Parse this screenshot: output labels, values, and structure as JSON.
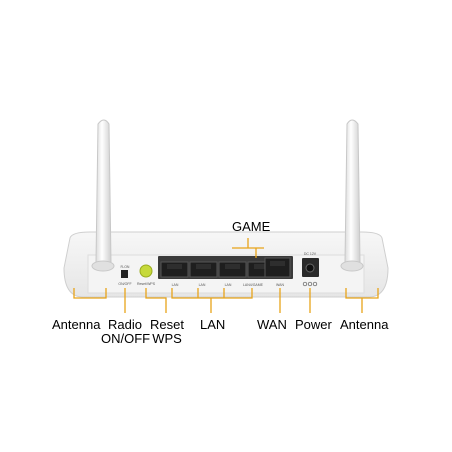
{
  "labels": {
    "game": "GAME",
    "antenna_left": "Antenna",
    "radio_line1": "Radio",
    "radio_line2": "ON/OFF",
    "reset_line1": "Reset",
    "reset_line2": "WPS",
    "lan": "LAN",
    "wan": "WAN",
    "power": "Power",
    "antenna_right": "Antenna"
  },
  "colors": {
    "callout_line": "#e8a319",
    "reset_button": "#c6d93a",
    "device_body": "#f2f2f2",
    "port": "#2b2b2b"
  },
  "device_print": {
    "radio_top": "R-ON",
    "radio_bottom": "ON/OFF",
    "reset_wps": "Reset/WPS",
    "lan1": "LAN",
    "lan2": "LAN",
    "lan3": "LAN",
    "lan4_game": "LAN4/GAME",
    "wan": "WAN",
    "dc": "DC 12V"
  }
}
